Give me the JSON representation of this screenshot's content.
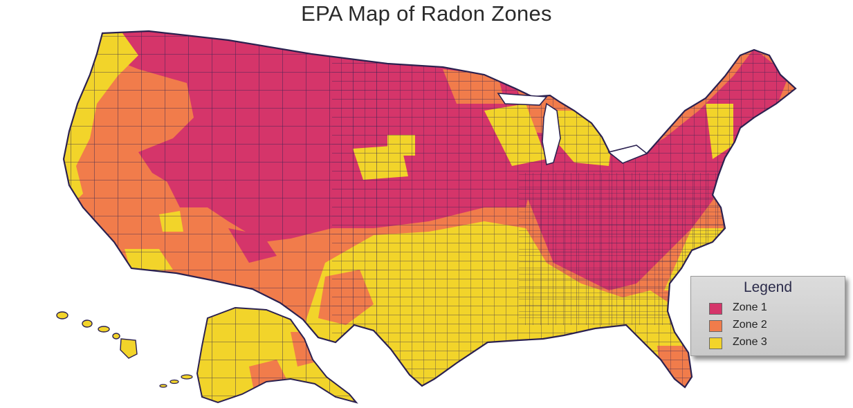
{
  "title": "EPA Map of Radon Zones",
  "legend": {
    "title": "Legend",
    "items": [
      {
        "label": "Zone 1",
        "color": "#d5356a"
      },
      {
        "label": "Zone 2",
        "color": "#f17c4b"
      },
      {
        "label": "Zone 3",
        "color": "#f2d42a"
      }
    ]
  },
  "colors": {
    "border": "#2b2150",
    "background": "#ffffff"
  }
}
